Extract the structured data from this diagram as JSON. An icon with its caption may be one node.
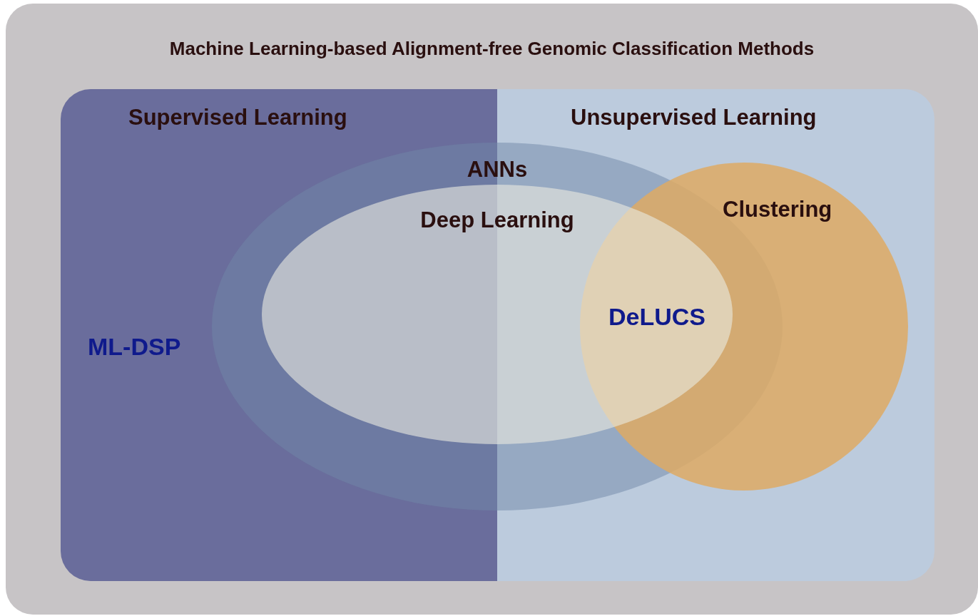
{
  "diagram": {
    "nodes": [
      {
        "text": [
          "Machine Learning-based Alignment-free Genomic Classification Methods"
        ]
      },
      {
        "text": [
          "Supervised Learning"
        ],
        "in": 0
      },
      {
        "text": [
          "Unsupervised Learning"
        ],
        "in": 0
      },
      {
        "text": [
          "ANNs"
        ],
        "in": 0
      },
      {
        "text": [
          "Deep Learning"
        ],
        "in": 3
      },
      {
        "text": [
          "Clustering"
        ],
        "in": 2
      }
    ],
    "labels": [
      "ML-DSP",
      "DeLUCS"
    ]
  }
}
